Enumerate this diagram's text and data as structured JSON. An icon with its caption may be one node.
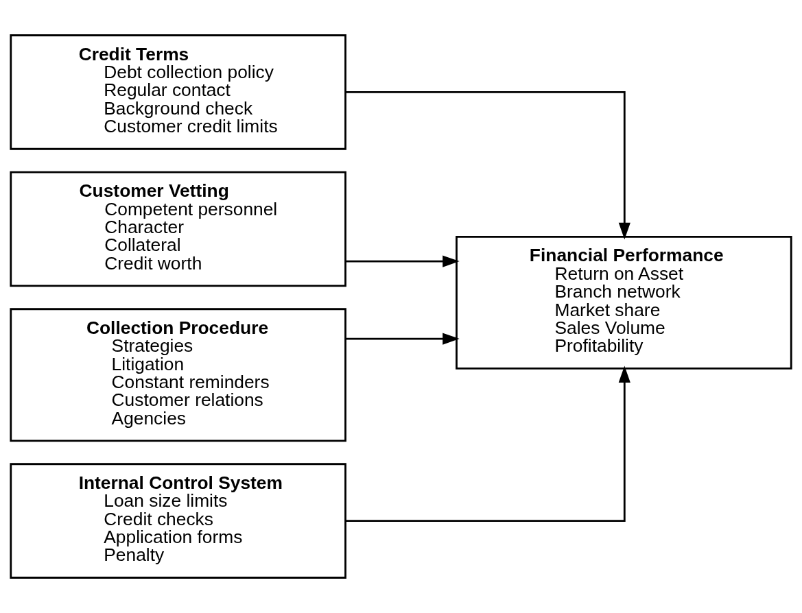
{
  "diagram": {
    "nodes": [
      {
        "text": [
          "Credit Terms",
          "Debt collection policy",
          "Regular contact",
          "Background check",
          "Customer credit limits"
        ]
      },
      {
        "text": [
          "Customer Vetting",
          "Competent personnel",
          "Character",
          "Collateral",
          "Credit worth"
        ]
      },
      {
        "text": [
          "Collection Procedure",
          "Strategies",
          "Litigation",
          "Constant reminders",
          "Customer relations",
          "Agencies"
        ]
      },
      {
        "text": [
          "Internal Control System",
          "Loan size limits",
          "Credit checks",
          "Application forms",
          "Penalty"
        ]
      },
      {
        "text": [
          "Financial Performance",
          "Return on Asset",
          "Branch network",
          "Market share",
          "Sales Volume",
          "Profitability"
        ]
      }
    ],
    "edges": [
      {
        "from": 0,
        "to": 4,
        "arrow": "to"
      },
      {
        "from": 1,
        "to": 4,
        "arrow": "to"
      },
      {
        "from": 2,
        "to": 4,
        "arrow": "to"
      },
      {
        "from": 3,
        "to": 4,
        "arrow": "to"
      }
    ]
  }
}
